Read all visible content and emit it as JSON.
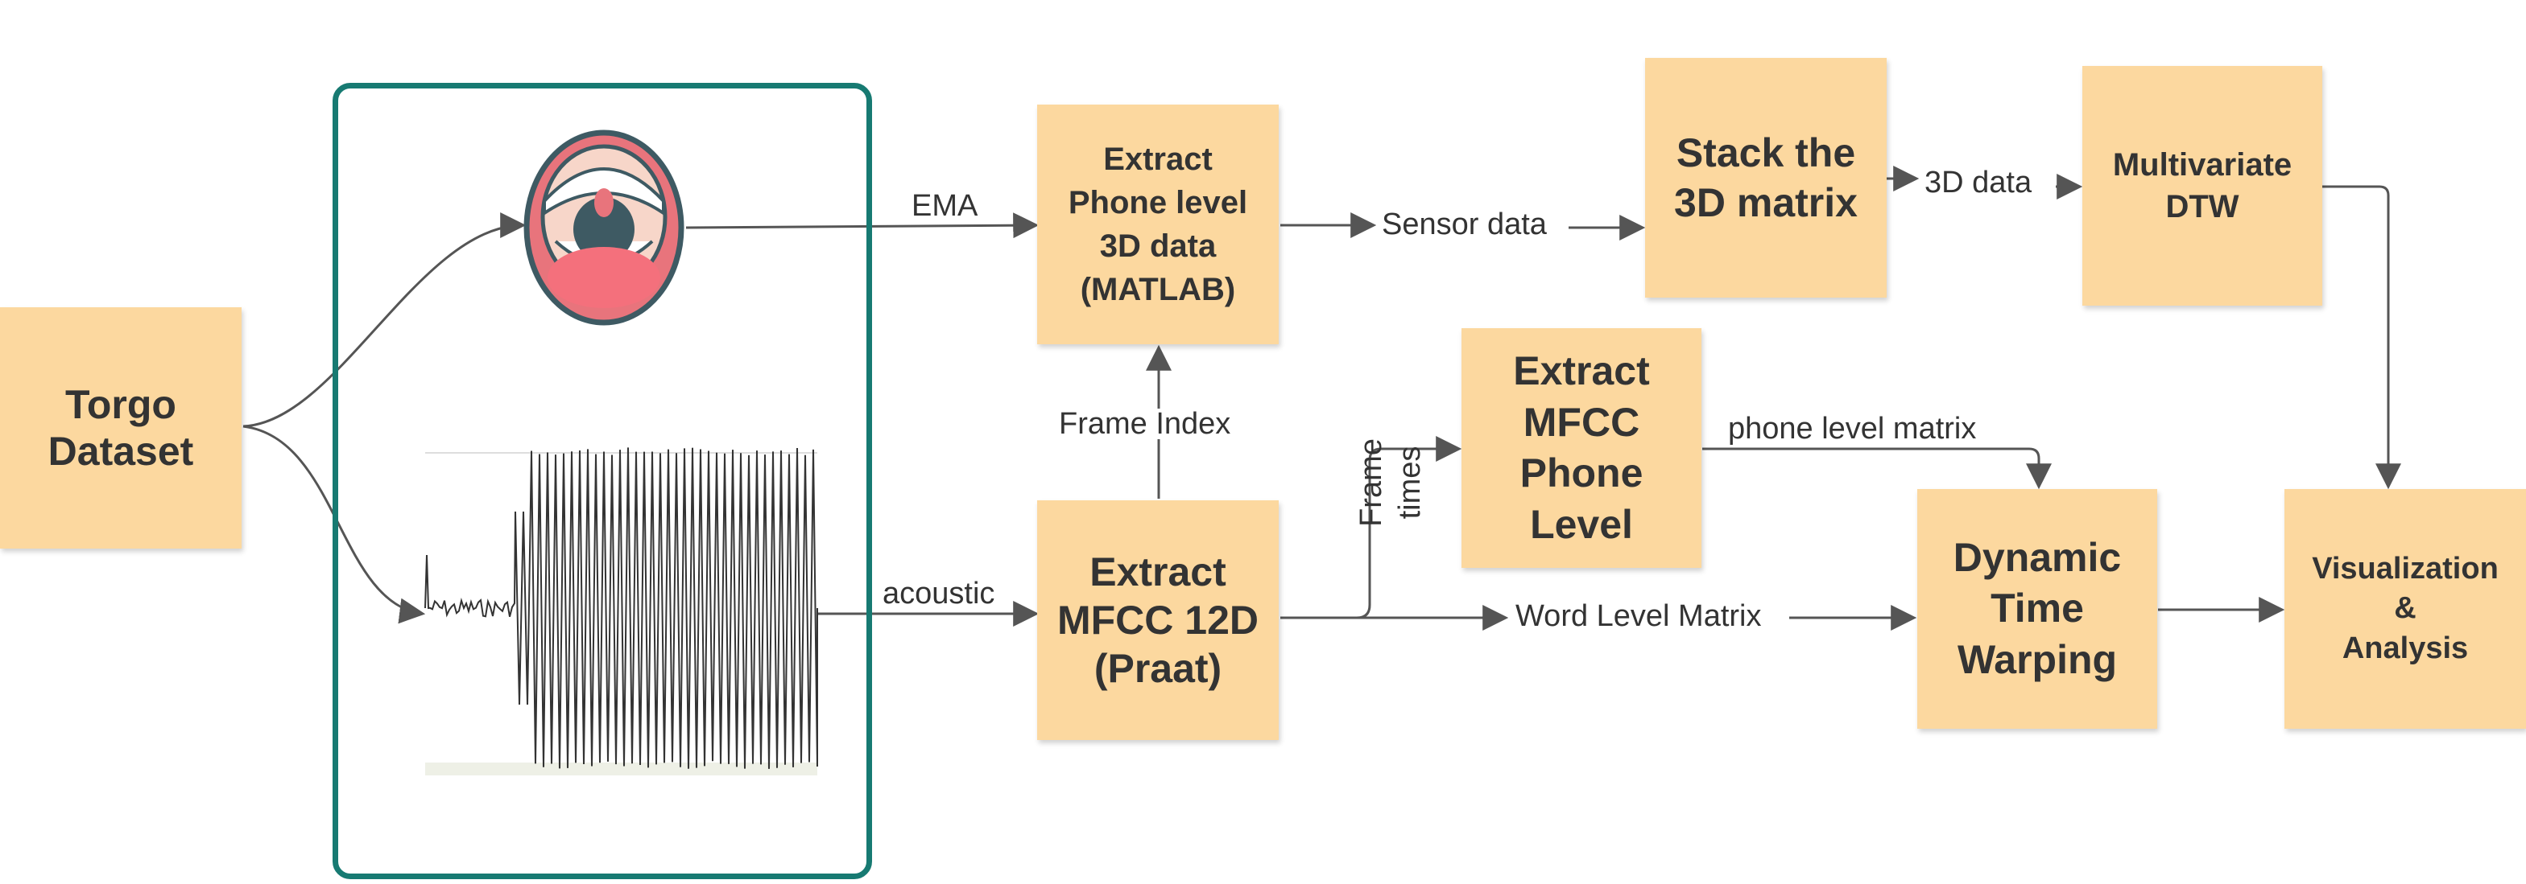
{
  "colors": {
    "note": "#fcd89f",
    "frame": "#177a72",
    "arrow": "#555555",
    "text": "#333333"
  },
  "icons": {
    "mouth": "open-mouth-icon",
    "waveform": "audio-waveform-icon"
  },
  "nodes": {
    "torgo": "Torgo\nDataset",
    "extract_phone_3d": "Extract\nPhone level\n3D data\n(MATLAB)",
    "extract_mfcc_12d": "Extract\nMFCC 12D\n(Praat)",
    "stack_3d": "Stack the\n3D matrix",
    "multivariate_dtw": "Multivariate\nDTW",
    "extract_mfcc_phone": "Extract\nMFCC\nPhone\nLevel",
    "dynamic_time_warping": "Dynamic\nTime\nWarping",
    "visualization": "Visualization\n&\nAnalysis"
  },
  "edge_labels": {
    "ema": "EMA",
    "acoustic": "acoustic",
    "frame_index": "Frame Index",
    "sensor_data": "Sensor data",
    "data_3d": "3D data",
    "frame_times": "Frame\ntimes",
    "phone_level_matrix": "phone level matrix",
    "word_level_matrix": "Word Level Matrix"
  }
}
